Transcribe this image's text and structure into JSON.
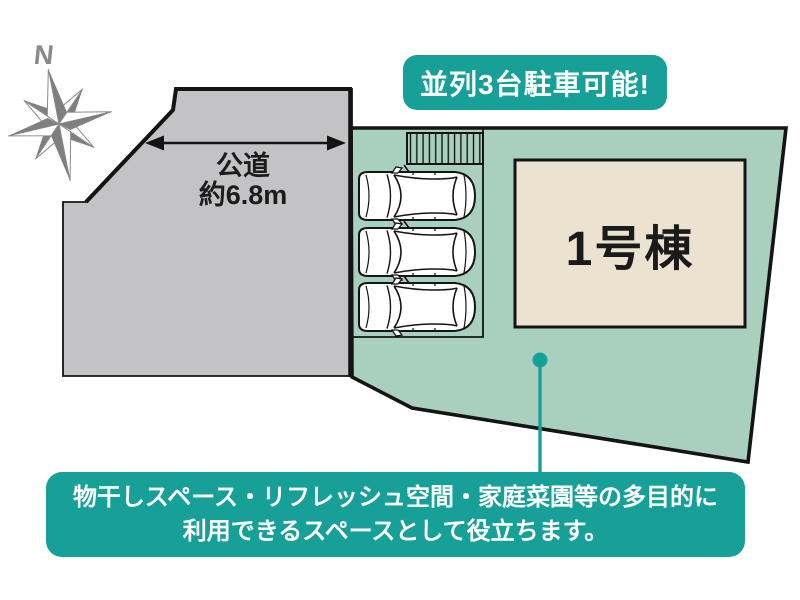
{
  "compass": {
    "label": "N"
  },
  "road": {
    "name": "公道",
    "width": "約6.8m"
  },
  "badge": {
    "label": "並列3台駐車可能!"
  },
  "building": {
    "label": "1号棟"
  },
  "parking": {
    "cars": 3,
    "entrance_hatch": "stairs-strip"
  },
  "banner": {
    "line1": "物干しスペース・リフレッシュ空間・家庭菜園等の多目的に",
    "line2": "利用できるスペースとして役立ちます。"
  },
  "colors": {
    "teal": "#17a097",
    "plot_green": "#a9cfbf",
    "road_gray": "#c3c2c4",
    "building_beige": "#ebe3cf",
    "line_black": "#141414",
    "compass_gray": "#8a8a8a"
  }
}
